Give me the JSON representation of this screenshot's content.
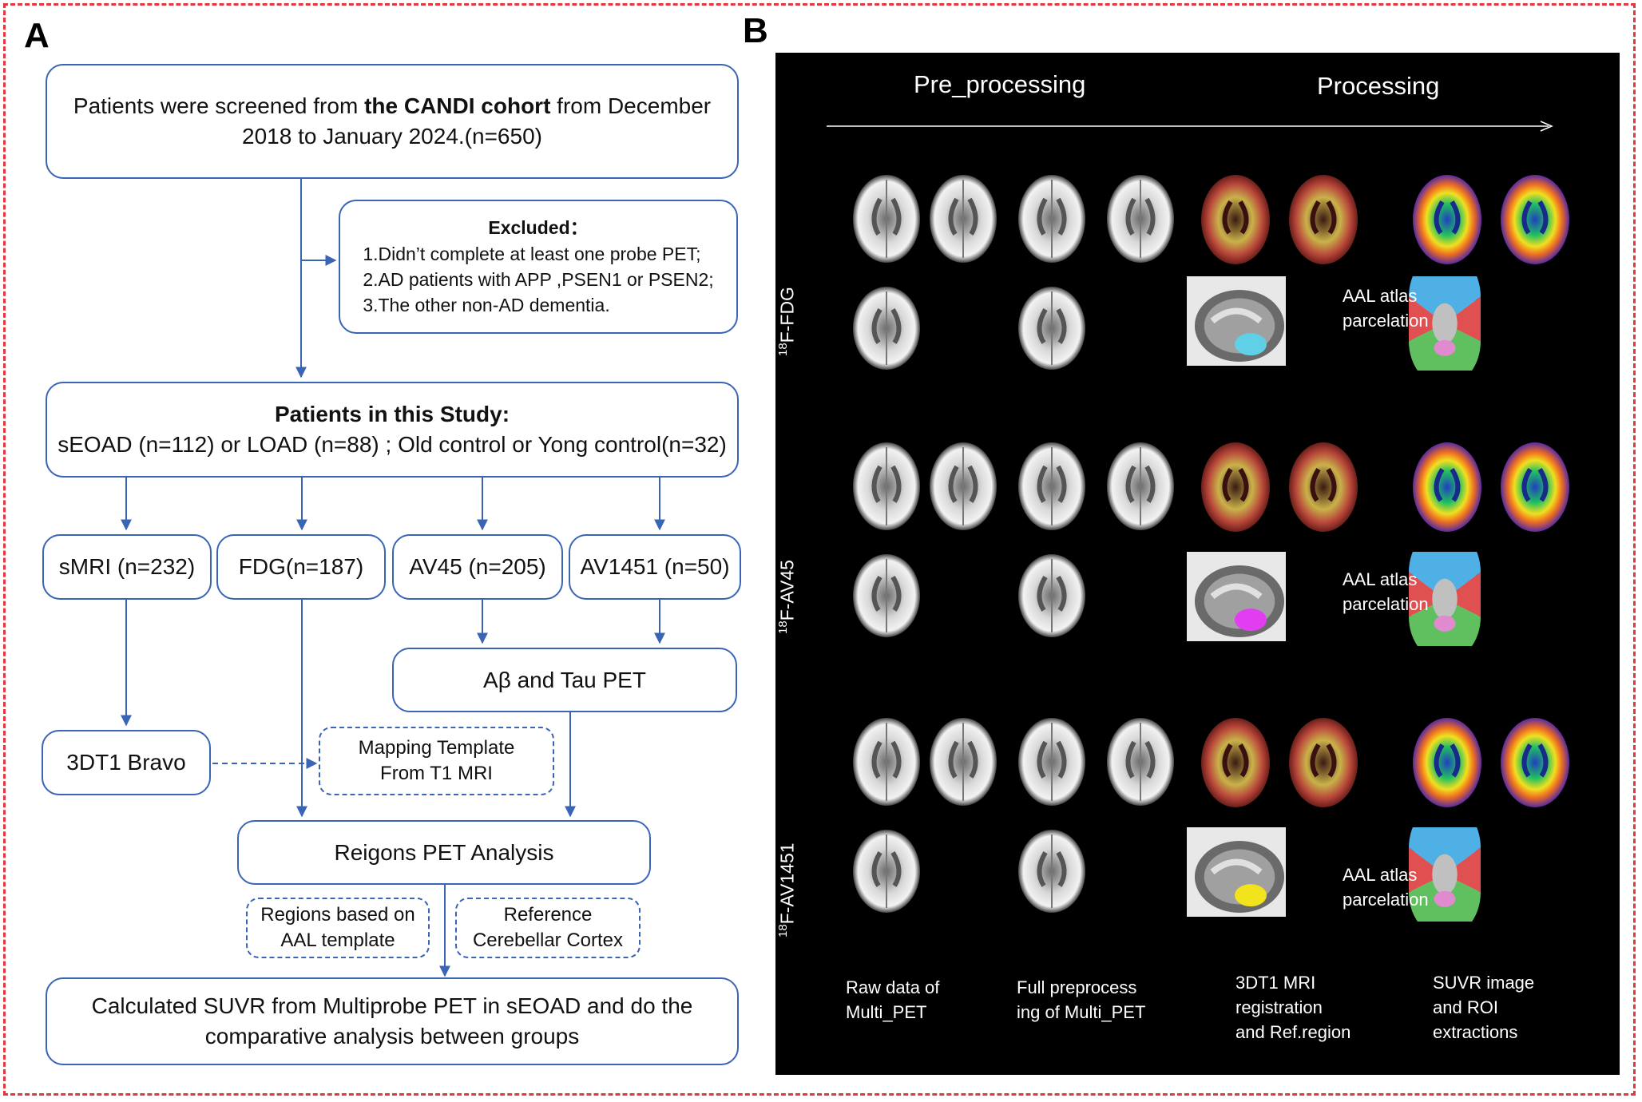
{
  "panels": {
    "a": "A",
    "b": "B"
  },
  "flowchart": {
    "screen": {
      "pre": "Patients were screened from ",
      "bold": "the CANDI cohort",
      "post": " from December",
      "line2": "2018 to January 2024.(n=650)"
    },
    "excluded": {
      "title": "Excluded：",
      "items": [
        "1.Didn’t complete at least one probe PET;",
        "2.AD patients with APP ,PSEN1 or PSEN2;",
        "3.The other non-AD dementia."
      ]
    },
    "study": {
      "title": "Patients in this Study:",
      "line2": "sEOAD (n=112) or LOAD (n=88) ; Old control or Yong control(n=32)"
    },
    "modalities": [
      "sMRI (n=232)",
      "FDG(n=187)",
      "AV45 (n=205)",
      "AV1451 (n=50)"
    ],
    "abeta_tau": "Aβ and Tau PET",
    "t1": "3DT1 Bravo",
    "mapping": [
      "Mapping Template",
      "From T1 MRI"
    ],
    "regions_pet": "Reigons PET Analysis",
    "aal_regions": [
      "Regions based on",
      "AAL template"
    ],
    "reference": [
      "Reference",
      "Cerebellar Cortex"
    ],
    "final": [
      "Calculated SUVR from Multiprobe PET in sEOAD and do the",
      "comparative analysis between groups"
    ]
  },
  "pipeline": {
    "phases": [
      "Pre_processing",
      "Processing"
    ],
    "tracers": [
      {
        "sup": "18",
        "name": "F-FDG"
      },
      {
        "sup": "18",
        "name": "F-AV45"
      },
      {
        "sup": "18",
        "name": "F-AV1451"
      }
    ],
    "atlas_label": [
      "AAL atlas",
      "parcelation"
    ],
    "columns": [
      [
        "Raw data of",
        "Multi_PET"
      ],
      [
        "Full preprocess",
        "ing of Multi_PET"
      ],
      [
        "3DT1 MRI",
        "registration",
        "and Ref.region"
      ],
      [
        "SUVR image",
        "and ROI",
        "extractions"
      ]
    ]
  },
  "colors": {
    "frame": "#e0383e",
    "flow": "#3a64b4",
    "background_b": "#000000",
    "roi": [
      "#5fd0e6",
      "#e23df0",
      "#f2e31c"
    ]
  }
}
